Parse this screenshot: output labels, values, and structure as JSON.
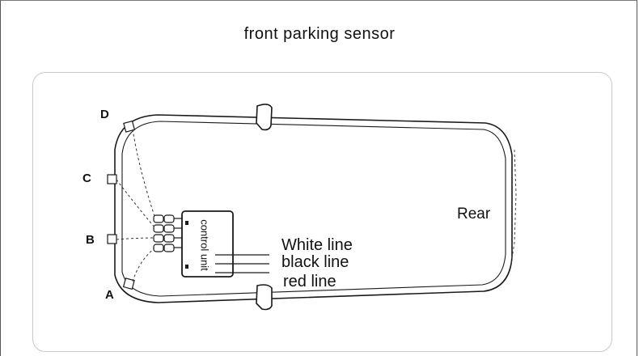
{
  "title": "front parking sensor",
  "sensors": {
    "a": "A",
    "b": "B",
    "c": "C",
    "d": "D"
  },
  "control_unit_label": "control unit",
  "wires": {
    "white": "White line",
    "black": "black line",
    "red": "red line"
  },
  "rear_label": "Rear"
}
